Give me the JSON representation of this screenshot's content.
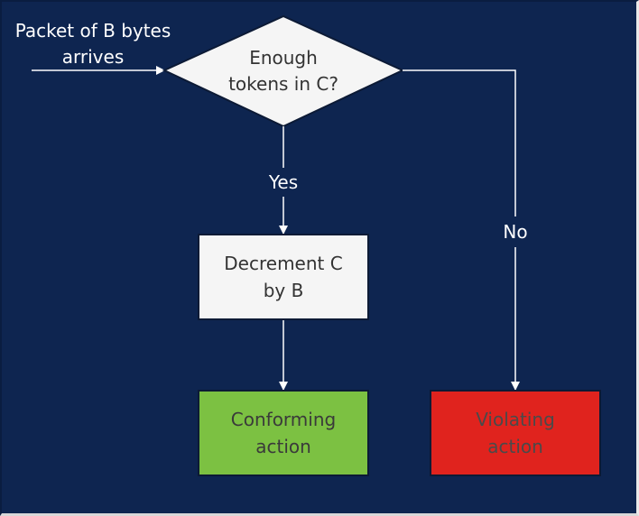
{
  "diagram": {
    "start_label": "Packet of B bytes\narrives",
    "decision": {
      "text": "Enough\ntokens in C?"
    },
    "yes_label": "Yes",
    "no_label": "No",
    "decrement": {
      "text": "Decrement C\nby B"
    },
    "conforming": {
      "text": "Conforming\naction"
    },
    "violating": {
      "text": "Violating\naction"
    }
  },
  "colors": {
    "background": "#0e2550",
    "arrow": "#ffffff",
    "decision_fill": "#f5f5f5",
    "decrement_fill": "#f5f5f5",
    "conforming_fill": "#7cc142",
    "violating_fill": "#e0231e",
    "node_text": "#333333",
    "conforming_text": "#3a3a3a",
    "violating_text": "#4a4a4a"
  }
}
